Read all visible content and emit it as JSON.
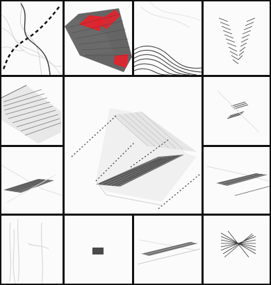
{
  "figure": {
    "description_visible_text": "",
    "background": "#ffffff",
    "border_color": "#111111",
    "highlight_color": "#e8202a",
    "stroke_color": "#4a4a4a",
    "faint_color": "#cfcfcf"
  },
  "tiles": [
    {
      "row": 1,
      "col": 1,
      "content": "contour-lines-with-dashed-path"
    },
    {
      "row": 1,
      "col": 2,
      "content": "dense-ribbon-with-red-regions"
    },
    {
      "row": 1,
      "col": 3,
      "content": "concentric-contour-lines"
    },
    {
      "row": 1,
      "col": 4,
      "content": "v-shaped-hatching"
    },
    {
      "row": 2,
      "col": 1,
      "content": "slanted-plane-hatching"
    },
    {
      "row": 2,
      "col": 2,
      "content": "large-central-3d-sheet-with-dotted-guides"
    },
    {
      "row": 2,
      "col": 4,
      "content": "small-crossing-strokes"
    },
    {
      "row": 3,
      "col": 1,
      "content": "flat-parallelogram-slab"
    },
    {
      "row": 3,
      "col": 4,
      "content": "thin-slanted-slab"
    },
    {
      "row": 4,
      "col": 1,
      "content": "faint-vertical-scribbles"
    },
    {
      "row": 4,
      "col": 2,
      "content": "small-dark-rectangle"
    },
    {
      "row": 4,
      "col": 3,
      "content": "long-thin-slab"
    },
    {
      "row": 4,
      "col": 4,
      "content": "crossing-line-bundle"
    }
  ]
}
